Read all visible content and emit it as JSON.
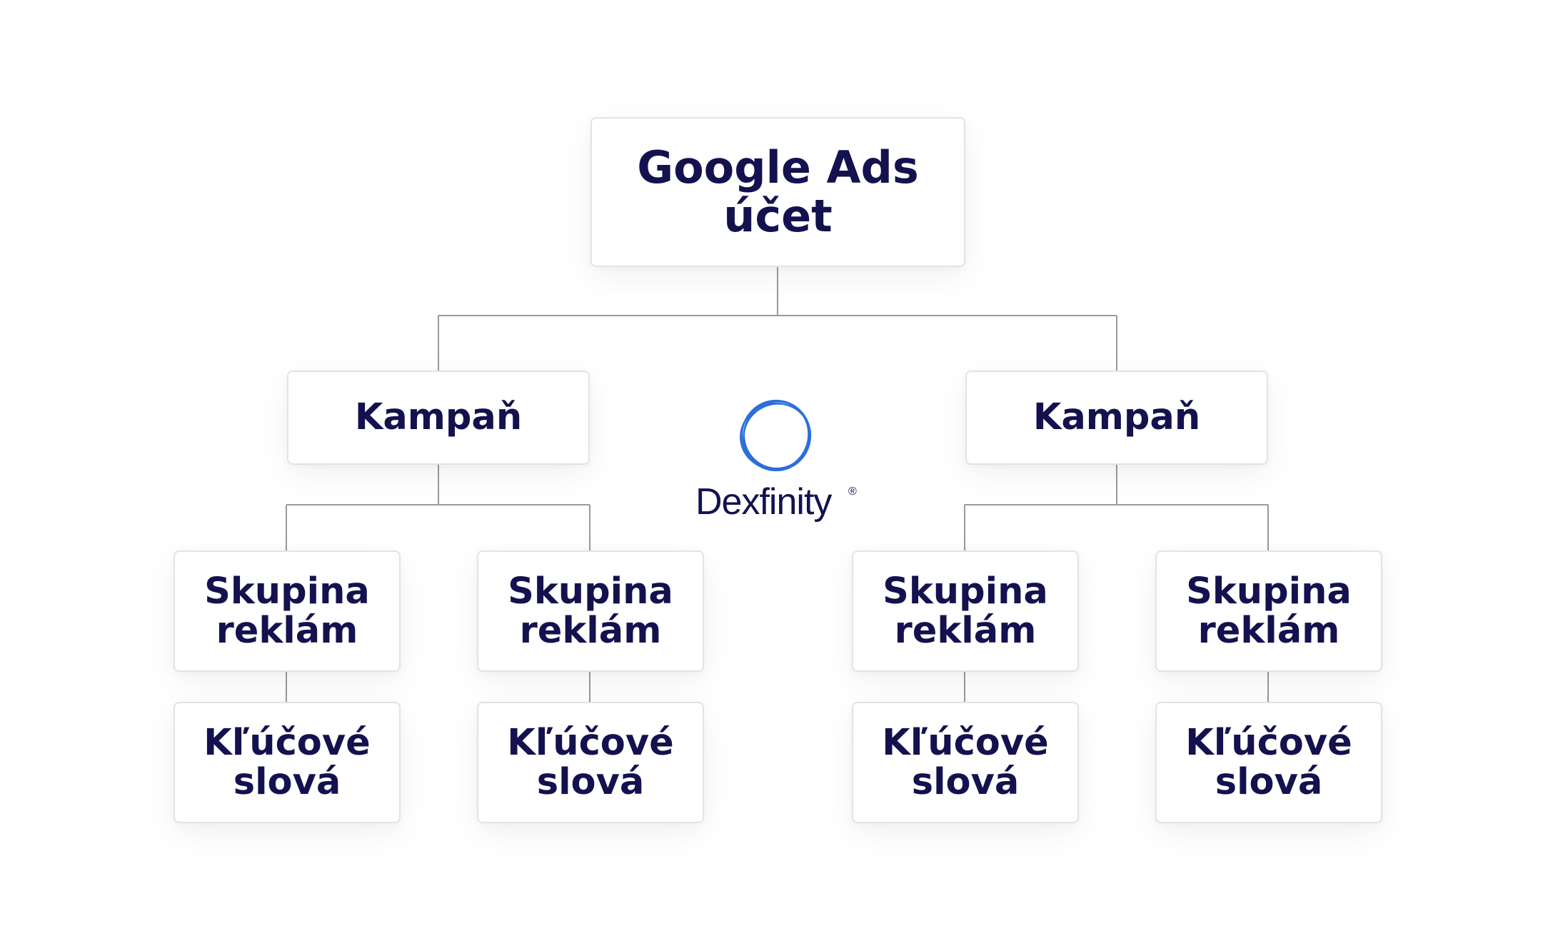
{
  "root": {
    "label": "Google Ads\núčet"
  },
  "campaigns": [
    {
      "label": "Kampaň",
      "ad_groups": [
        {
          "label": "Skupina\nreklám",
          "keywords": "Kľúčové\nslová"
        },
        {
          "label": "Skupina\nreklám",
          "keywords": "Kľúčové\nslová"
        }
      ]
    },
    {
      "label": "Kampaň",
      "ad_groups": [
        {
          "label": "Skupina\nreklám",
          "keywords": "Kľúčové\nslová"
        },
        {
          "label": "Skupina\nreklám",
          "keywords": "Kľúčové\nslová"
        }
      ]
    }
  ],
  "logo": {
    "name": "Dexfinity",
    "registered_mark": "®",
    "icon": "scribble-circle-icon",
    "color": "#2a6fdb"
  },
  "colors": {
    "text": "#13124f",
    "border": "#e3e3e3",
    "connector": "#9a9a9a"
  }
}
